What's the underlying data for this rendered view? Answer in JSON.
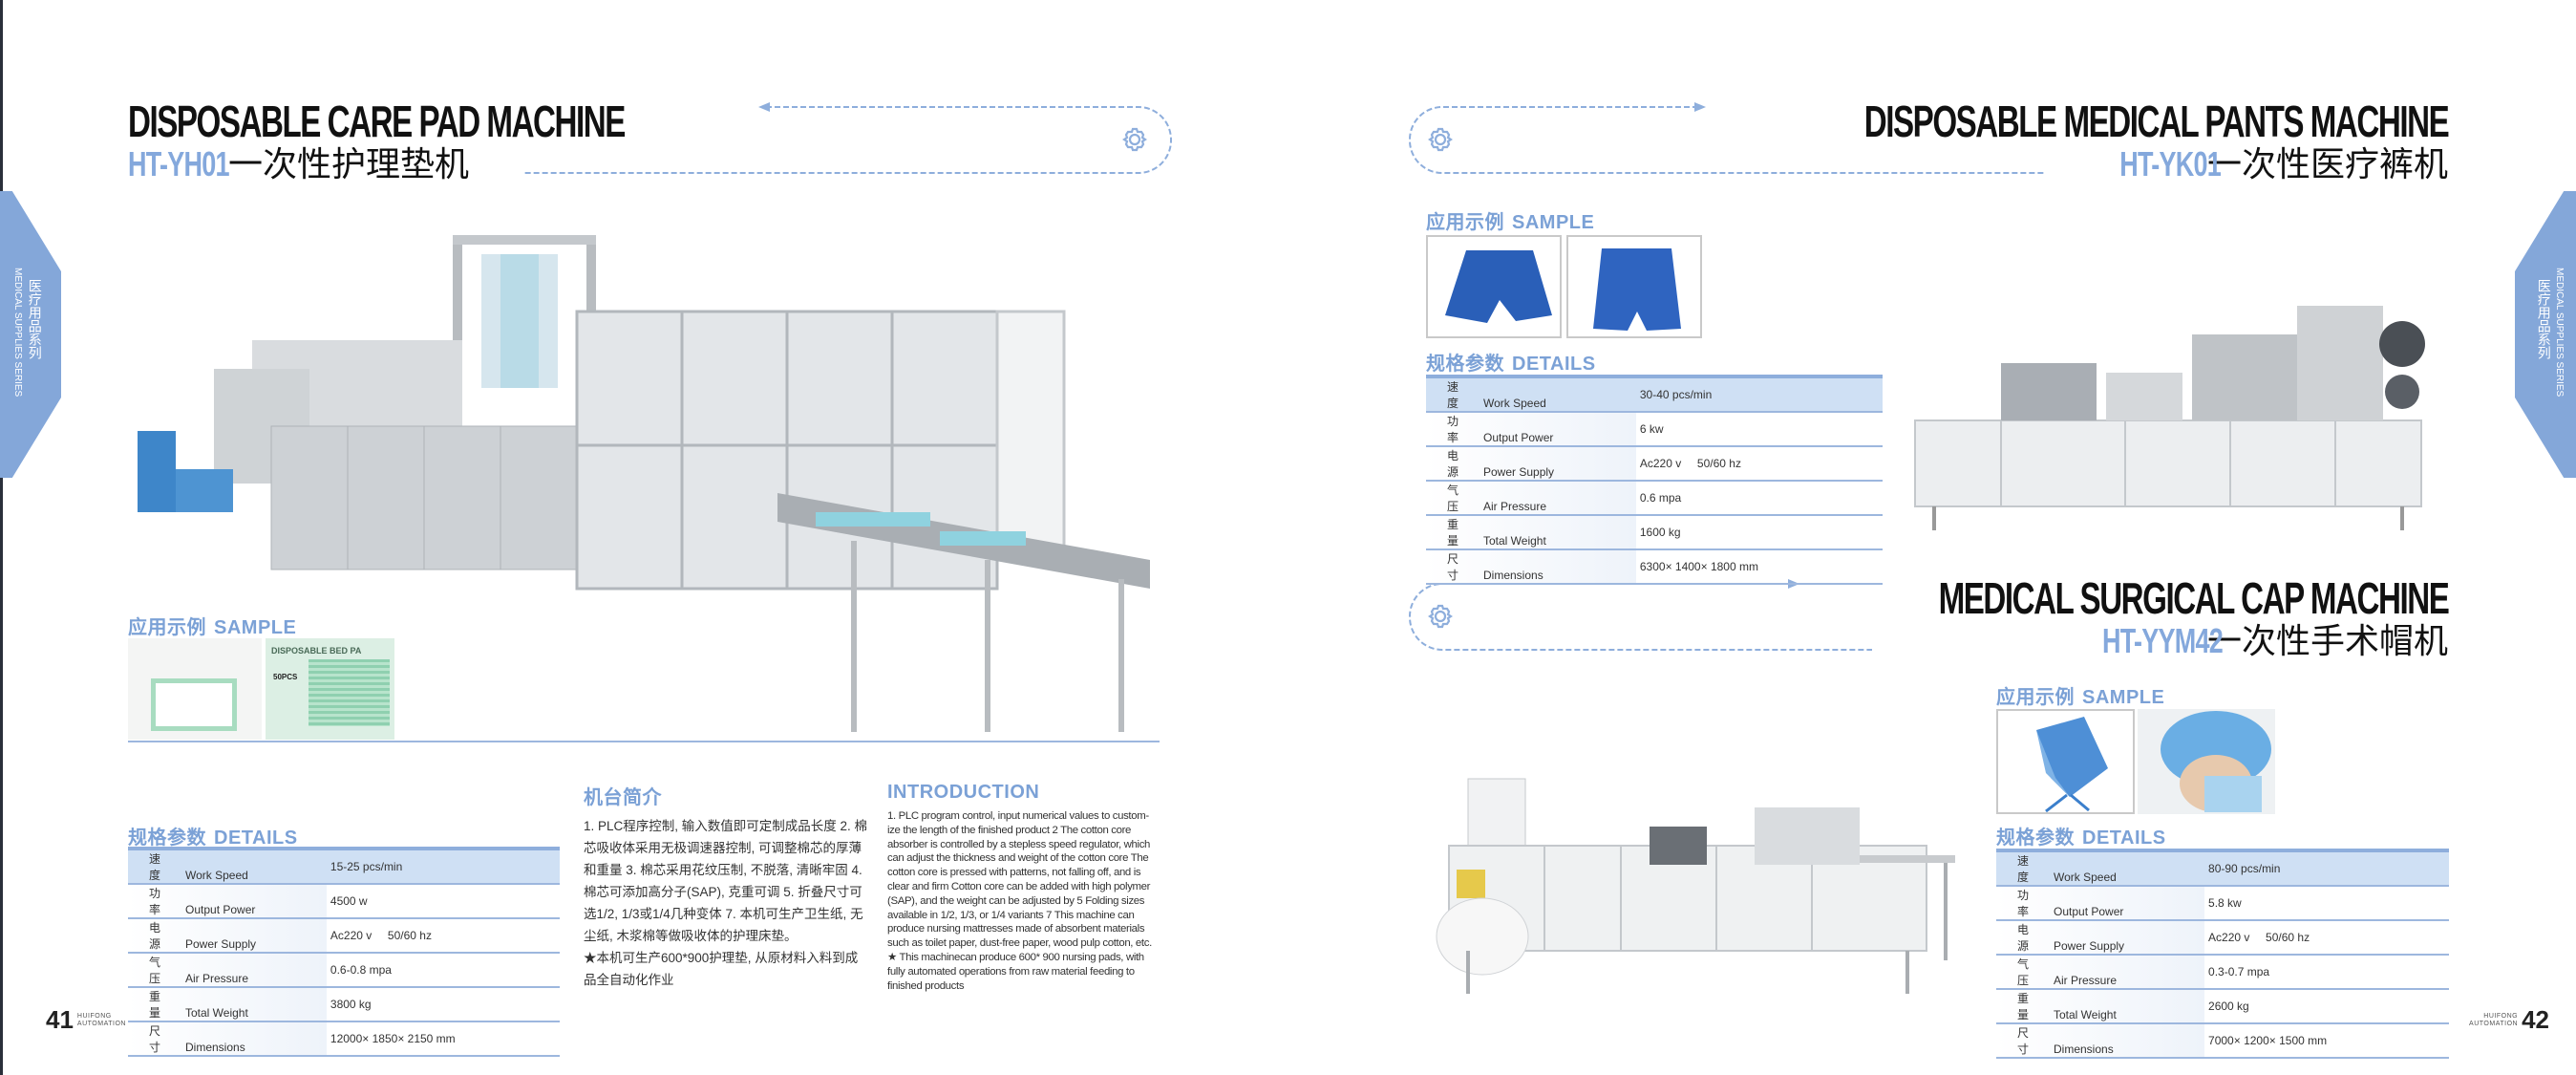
{
  "colors": {
    "accent": "#84a8dc",
    "table_head": "#cfe0f4",
    "line": "#9db7de"
  },
  "side_tab": {
    "cn": "医疗用品系列",
    "en": "MEDICAL SUPPLIES SERIES"
  },
  "left": {
    "title": "DISPOSABLE CARE PAD MACHINE",
    "model_code": "HT-YH01",
    "model_cn": "一次性护理垫机",
    "sample": {
      "cn": "应用示例",
      "en": "SAMPLE",
      "package_text": "DISPOSABLE BED PA",
      "package_count": "50PCS"
    },
    "details": {
      "cn": "规格参数",
      "en": "DETAILS",
      "rows": [
        {
          "cn": "速 度",
          "en": "Work Speed",
          "value": "15-25 pcs/min"
        },
        {
          "cn": "功 率",
          "en": "Output Power",
          "value": "4500 w"
        },
        {
          "cn": "电 源",
          "en": "Power Supply",
          "value": "Ac220 v     50/60 hz"
        },
        {
          "cn": "气 压",
          "en": "Air Pressure",
          "value": "0.6-0.8 mpa"
        },
        {
          "cn": "重 量",
          "en": "Total Weight",
          "value": "3800 kg"
        },
        {
          "cn": "尺 寸",
          "en": "Dimensions",
          "value": "12000× 1850× 2150 mm"
        }
      ]
    },
    "intro_cn": {
      "heading": "机台简介",
      "text": "1. PLC程序控制, 输入数值即可定制成品长度  2. 棉芯吸收体采用无极调速器控制, 可调整棉芯的厚薄和重量 3. 棉芯采用花纹压制, 不脱落, 清晰牢固  4. 棉芯可添加高分子(SAP), 克重可调  5. 折叠尺寸可选1/2, 1/3或1/4几种变体  7. 本机可生产卫生纸, 无尘纸, 木浆棉等做吸收体的护理床垫。",
      "note": "★本机可生产600*900护理垫, 从原材料入料到成品全自动化作业"
    },
    "intro_en": {
      "heading": "INTRODUCTION",
      "lines": [
        "1. PLC program control, input numerical values to custom-",
        "ize the length of the finished product 2 The cotton core",
        "absorber is controlled by a stepless speed regulator, which",
        "can adjust the thickness and weight of the cotton core The",
        "cotton core is pressed with patterns, not falling off, and is",
        "clear and firm Cotton core can be added with high polymer",
        "(SAP), and the weight can be adjusted by 5 Folding sizes",
        "available in 1/2, 1/3, or 1/4 variants 7 This machine can",
        "produce nursing mattresses made of absorbent materials",
        "such as toilet paper, dust-free paper, wood pulp cotton, etc.",
        "★ This machinecan produce 600* 900 nursing pads, with",
        "fully automated operations from raw material feeding to",
        "finished products"
      ]
    },
    "page_number": "41",
    "brand": [
      "HUIFONG",
      "AUTOMATION"
    ]
  },
  "right": {
    "pants": {
      "title": "DISPOSABLE MEDICAL PANTS MACHINE",
      "model_code": "HT-YK01",
      "model_cn": "一次性医疗裤机",
      "sample": {
        "cn": "应用示例",
        "en": "SAMPLE"
      },
      "details": {
        "cn": "规格参数",
        "en": "DETAILS",
        "rows": [
          {
            "cn": "速 度",
            "en": "Work Speed",
            "value": "30-40 pcs/min"
          },
          {
            "cn": "功 率",
            "en": "Output Power",
            "value": "6 kw"
          },
          {
            "cn": "电 源",
            "en": "Power Supply",
            "value": "Ac220 v     50/60 hz"
          },
          {
            "cn": "气 压",
            "en": "Air Pressure",
            "value": "0.6 mpa"
          },
          {
            "cn": "重 量",
            "en": "Total Weight",
            "value": "1600 kg"
          },
          {
            "cn": "尺 寸",
            "en": "Dimensions",
            "value": "6300× 1400× 1800 mm"
          }
        ]
      }
    },
    "cap": {
      "title": "MEDICAL SURGICAL CAP MACHINE",
      "model_code": "HT-YYM42",
      "model_cn": "一次性手术帽机",
      "sample": {
        "cn": "应用示例",
        "en": "SAMPLE"
      },
      "details": {
        "cn": "规格参数",
        "en": "DETAILS",
        "rows": [
          {
            "cn": "速 度",
            "en": "Work Speed",
            "value": "80-90 pcs/min"
          },
          {
            "cn": "功 率",
            "en": "Output Power",
            "value": "5.8 kw"
          },
          {
            "cn": "电 源",
            "en": "Power Supply",
            "value": "Ac220 v     50/60 hz"
          },
          {
            "cn": "气 压",
            "en": "Air Pressure",
            "value": "0.3-0.7 mpa"
          },
          {
            "cn": "重 量",
            "en": "Total Weight",
            "value": "2600 kg"
          },
          {
            "cn": "尺 寸",
            "en": "Dimensions",
            "value": "7000× 1200× 1500 mm"
          }
        ]
      }
    },
    "page_number": "42",
    "brand": [
      "HUIFONG",
      "AUTOMATION"
    ]
  }
}
